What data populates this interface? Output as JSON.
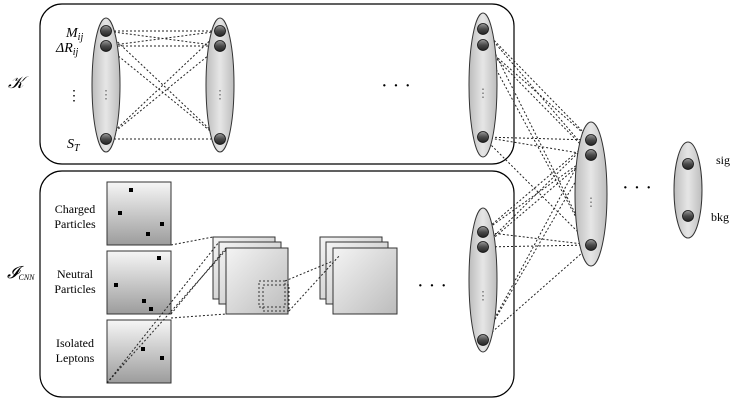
{
  "panels": {
    "kinematic": {
      "symbol": "𝒦",
      "features": [
        "M",
        "ΔR",
        "S"
      ],
      "feature_subscripts": [
        "ij",
        "ij",
        "T"
      ]
    },
    "image": {
      "symbol": "𝓘",
      "symbol_subscript": "CNN",
      "channels": [
        {
          "line1": "Charged",
          "line2": "Particles"
        },
        {
          "line1": "Neutral",
          "line2": "Particles"
        },
        {
          "line1": "Isolated",
          "line2": "Leptons"
        }
      ]
    }
  },
  "outputs": [
    "sig",
    "bkg"
  ],
  "ellipsis": "· · ·",
  "vdots": "⋮",
  "colors": {
    "node_fill_dark": "#555555",
    "ellipse_fill": "#d4d4d4",
    "panel_stroke": "#000000"
  }
}
